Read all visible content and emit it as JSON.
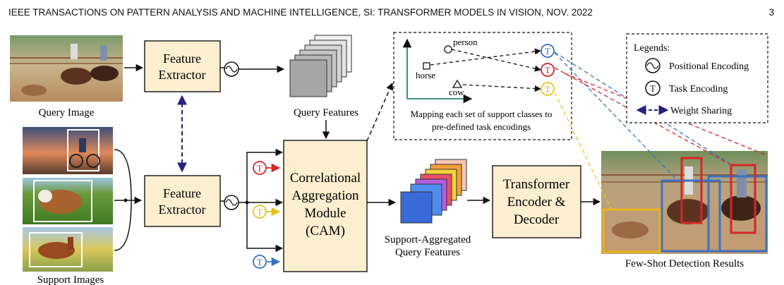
{
  "header": {
    "journal": "IEEE TRANSACTIONS ON PATTERN ANALYSIS AND MACHINE INTELLIGENCE, SI: TRANSFORMER MODELS IN VISION, NOV. 2022",
    "page_number": "3"
  },
  "figure": {
    "query_image_label": "Query Image",
    "support_images_label": "Support Images",
    "feature_extractor_line1": "Feature",
    "feature_extractor_line2": "Extractor",
    "query_features_label": "Query Features",
    "cam_line1": "Correlational",
    "cam_line2": "Aggregation",
    "cam_line3": "Module",
    "cam_line4": "(CAM)",
    "support_aggregated_line1": "Support-Aggregated",
    "support_aggregated_line2": "Query Features",
    "transformer_line1": "Transformer",
    "transformer_line2": "Encoder &",
    "transformer_line3": "Decoder",
    "results_label": "Few-Shot Detection Results",
    "task_symbol": "T",
    "mapping": {
      "person": "person",
      "horse": "horse",
      "cow": "cow",
      "caption_line1": "Mapping each set of support classes to",
      "caption_line2": "pre-defined task encodings"
    },
    "legend": {
      "title": "Legends:",
      "positional": "Positional Encoding",
      "task": "Task Encoding",
      "weight": "Weight Sharing"
    },
    "colors": {
      "box_fill": "#fcefcf",
      "task_red": "#d6262a",
      "task_yellow": "#e9c31c",
      "task_blue": "#3a72c4",
      "weight_sharing": "#23237a"
    }
  }
}
